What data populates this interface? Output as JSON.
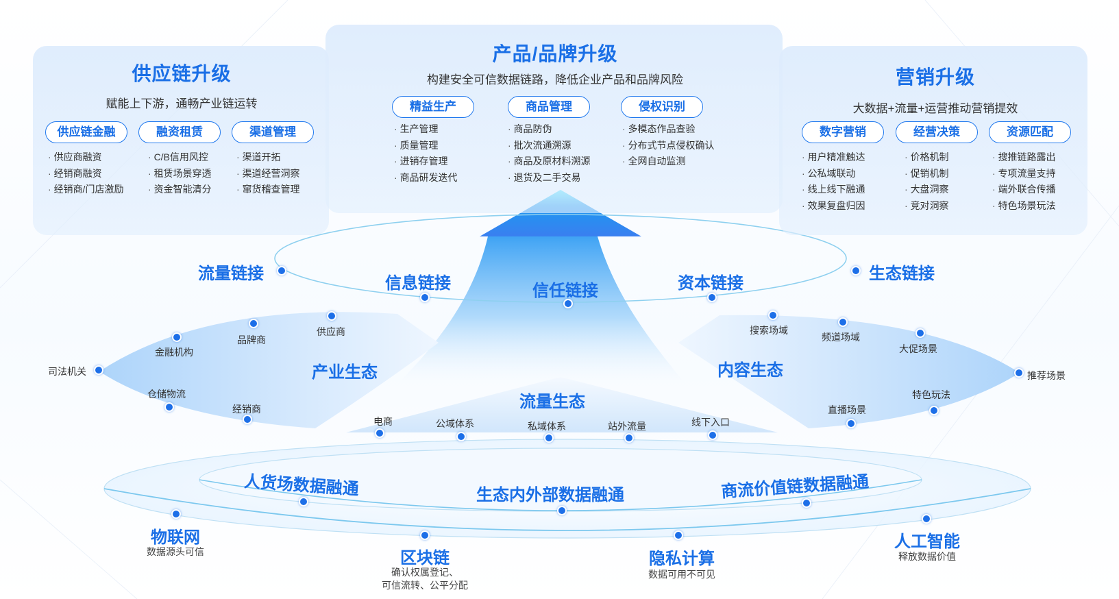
{
  "panels": {
    "supply_chain": {
      "title": "供应链升级",
      "subtitle": "赋能上下游，通畅产业链运转",
      "pills": [
        {
          "label": "供应链金融",
          "items": [
            "供应商融资",
            "经销商融资",
            "经销商/门店激励"
          ]
        },
        {
          "label": "融资租赁",
          "items": [
            "C/B信用风控",
            "租赁场景穿透",
            "资金智能清分"
          ]
        },
        {
          "label": "渠道管理",
          "items": [
            "渠道开拓",
            "渠道经营洞察",
            "窜货稽查管理"
          ]
        }
      ]
    },
    "product_brand": {
      "title": "产品/品牌升级",
      "subtitle": "构建安全可信数据链路，降低企业产品和品牌风险",
      "pills": [
        {
          "label": "精益生产",
          "items": [
            "生产管理",
            "质量管理",
            "进销存管理",
            "商品研发迭代"
          ]
        },
        {
          "label": "商品管理",
          "items": [
            "商品防伪",
            "批次流通溯源",
            "商品及原材料溯源",
            "退货及二手交易"
          ]
        },
        {
          "label": "侵权识别",
          "items": [
            "多模态作品查验",
            "分布式节点侵权确认",
            "全网自动监测"
          ]
        }
      ]
    },
    "marketing": {
      "title": "营销升级",
      "subtitle": "大数据+流量+运营推动营销提效",
      "pills": [
        {
          "label": "数字营销",
          "items": [
            "用户精准触达",
            "公私域联动",
            "线上线下融通",
            "效果复盘归因"
          ]
        },
        {
          "label": "经营决策",
          "items": [
            "价格机制",
            "促销机制",
            "大盘洞察",
            "竞对洞察"
          ]
        },
        {
          "label": "资源匹配",
          "items": [
            "搜推链路露出",
            "专项流量支持",
            "端外联合传播",
            "特色场景玩法"
          ]
        }
      ]
    }
  },
  "links": [
    "流量链接",
    "信息链接",
    "信任链接",
    "资本链接",
    "生态链接"
  ],
  "industry_eco": {
    "title": "产业生态",
    "nodes": [
      "金融机构",
      "品牌商",
      "供应商",
      "司法机关",
      "仓储物流",
      "经销商"
    ]
  },
  "content_eco": {
    "title": "内容生态",
    "nodes": [
      "搜索场域",
      "频道场域",
      "大促场景",
      "推荐场景",
      "特色玩法",
      "直播场景"
    ]
  },
  "traffic_eco": {
    "title": "流量生态",
    "nodes": [
      "电商",
      "公域体系",
      "私域体系",
      "站外流量",
      "线下入口"
    ]
  },
  "fusion": [
    "人货场数据融通",
    "生态内外部数据融通",
    "商流价值链数据融通"
  ],
  "tech": [
    {
      "name": "物联网",
      "desc": "数据源头可信"
    },
    {
      "name": "区块链",
      "desc": "确认权属登记、\n可信流转、公平分配"
    },
    {
      "name": "隐私计算",
      "desc": "数据可用不可见"
    },
    {
      "name": "人工智能",
      "desc": "释放数据价值"
    }
  ],
  "colors": {
    "accent": "#1a6fe6",
    "dot": "#1d6fe8",
    "ring": "#7cc8ee"
  }
}
